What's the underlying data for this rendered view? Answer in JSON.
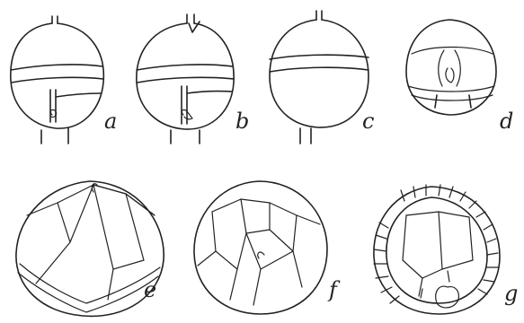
{
  "plate": {
    "ink_color": "#222222",
    "background": "#ffffff",
    "panels": [
      {
        "id": "a",
        "label": "a"
      },
      {
        "id": "b",
        "label": "b"
      },
      {
        "id": "c",
        "label": "c"
      },
      {
        "id": "d",
        "label": "d"
      },
      {
        "id": "e",
        "label": "e"
      },
      {
        "id": "f",
        "label": "f"
      },
      {
        "id": "g",
        "label": "g"
      }
    ]
  }
}
